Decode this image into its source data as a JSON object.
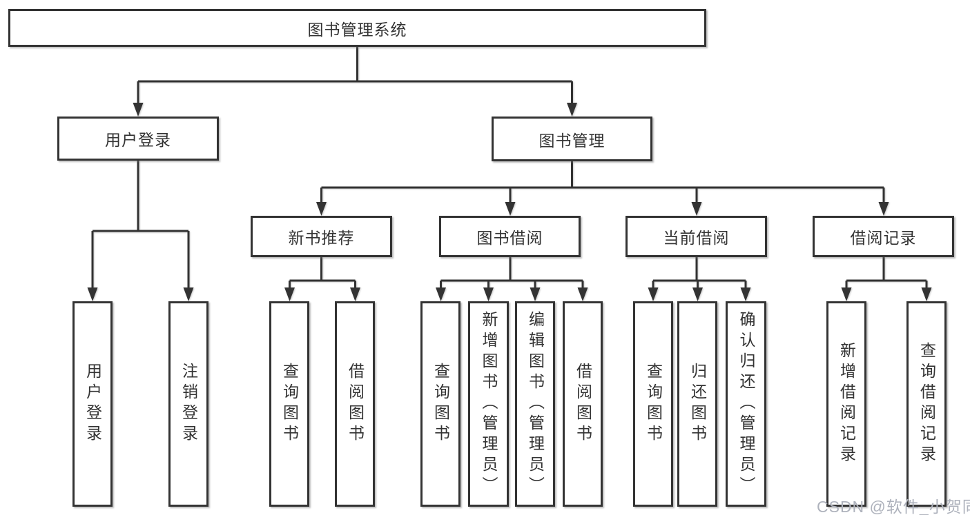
{
  "diagram": {
    "title": "图书管理系统",
    "nodes": {
      "root": "图书管理系统",
      "user_login": "用户登录",
      "book_mgmt": "图书管理",
      "new_books": "新书推荐",
      "book_borrow": "图书借阅",
      "current_borrow": "当前借阅",
      "borrow_records": "借阅记录",
      "leaves": {
        "user": [
          "用户登录",
          "注销登录"
        ],
        "new_books": [
          "查询图书",
          "借阅图书"
        ],
        "borrow": [
          "查询图书",
          "新增图书（管理员）",
          "编辑图书（管理员）",
          "借阅图书"
        ],
        "current": [
          "查询图书",
          "归还图书",
          "确认归还（管理员）"
        ],
        "records": [
          "新增借阅记录",
          "查询借阅记录"
        ]
      }
    },
    "colors": {
      "line": "#333333",
      "text": "#333333",
      "background": "#ffffff",
      "watermark": "#aeb2bc"
    },
    "watermark": "CSDN @软件_小贺同学"
  }
}
